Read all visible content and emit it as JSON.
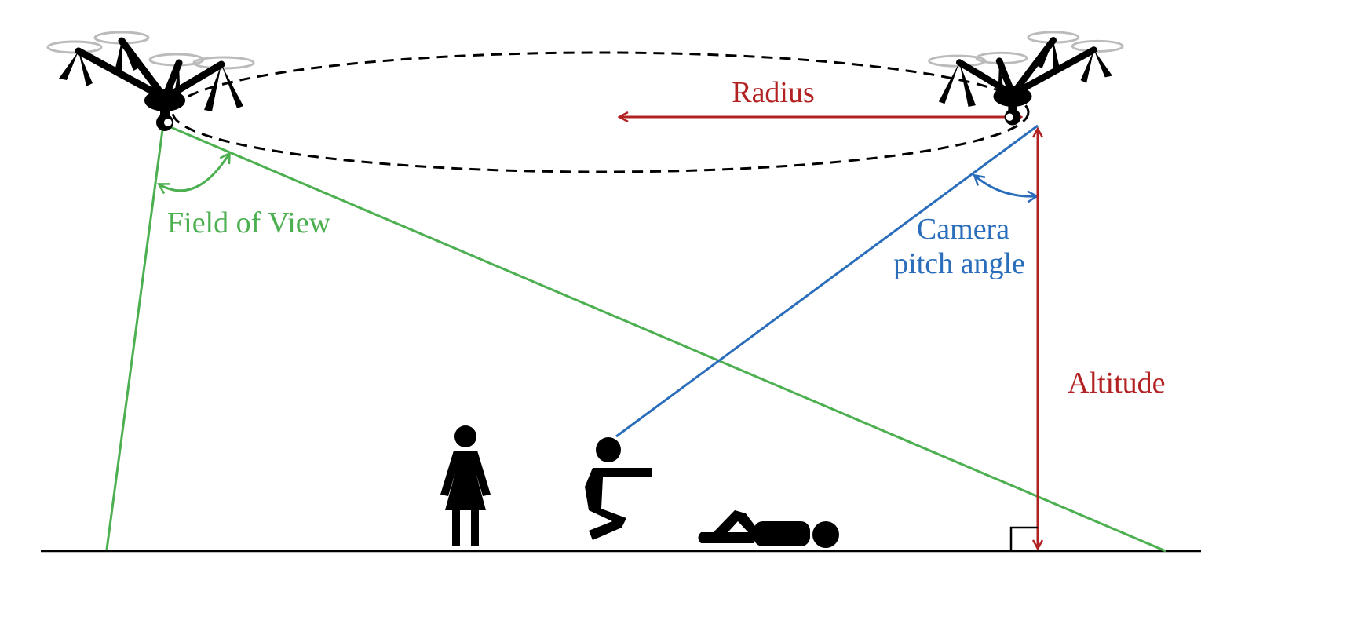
{
  "labels": {
    "radius": "Radius",
    "field_of_view": "Field of View",
    "camera_line1": "Camera",
    "camera_line2": "pitch angle",
    "altitude": "Altitude"
  },
  "colors": {
    "radius": "#b22222",
    "altitude": "#b22222",
    "field_of_view": "#4caf50",
    "camera_pitch": "#2a6ebb",
    "ink": "#000000"
  },
  "icons": [
    "drone-icon",
    "standing-woman-icon",
    "crouching-person-icon",
    "lying-person-icon"
  ]
}
